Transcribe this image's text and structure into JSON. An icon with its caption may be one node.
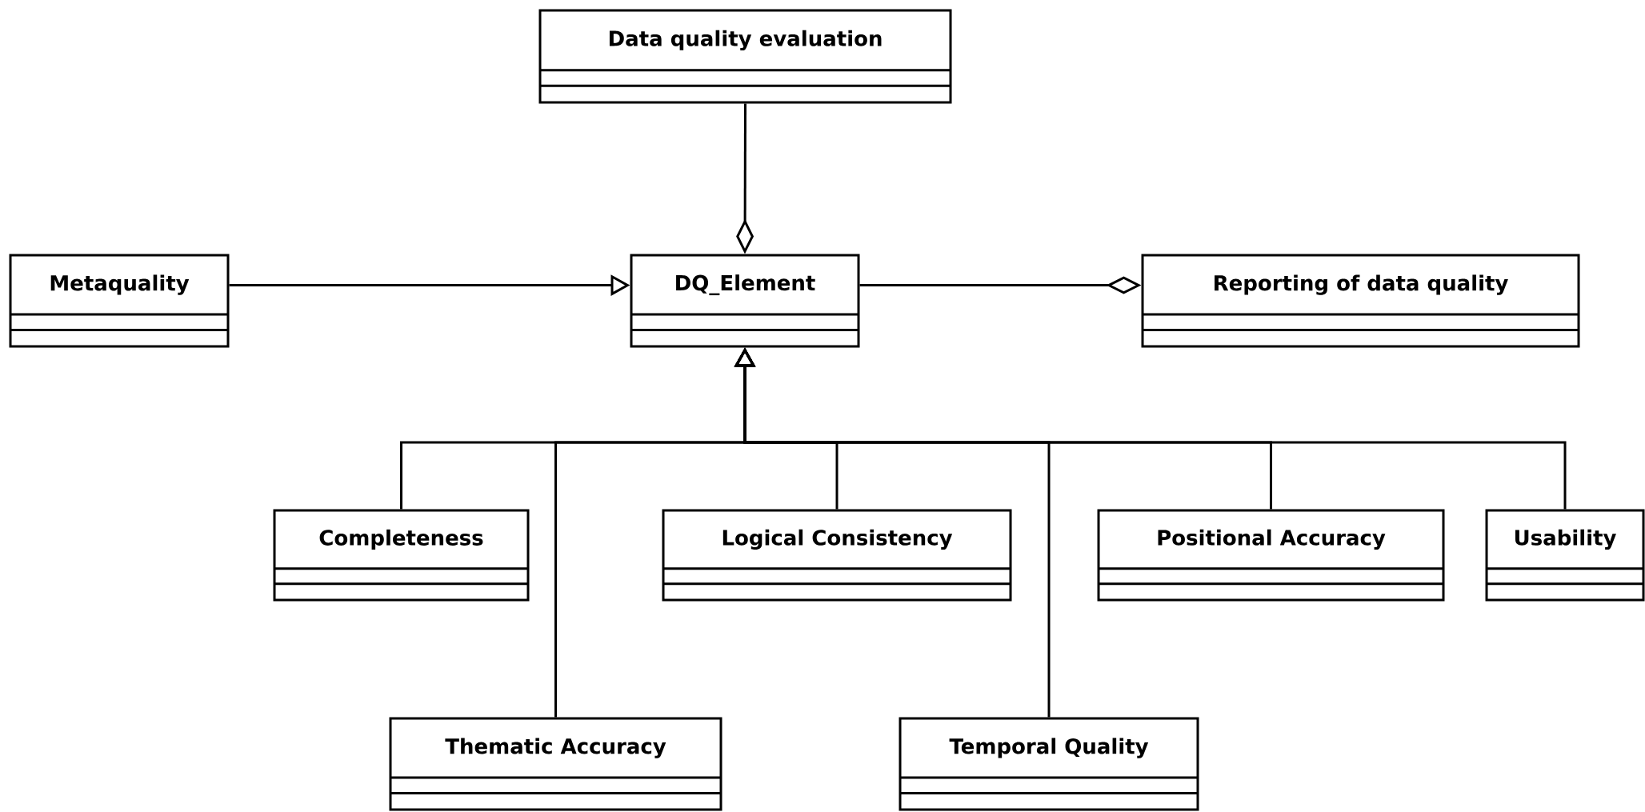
{
  "diagram": {
    "nodes": [
      {
        "text": [
          "Data quality evaluation"
        ]
      },
      {
        "text": [
          "Metaquality"
        ]
      },
      {
        "text": [
          "DQ_Element"
        ]
      },
      {
        "text": [
          "Reporting of data quality"
        ]
      },
      {
        "text": [
          "Completeness"
        ]
      },
      {
        "text": [
          "Logical Consistency"
        ]
      },
      {
        "text": [
          "Positional Accuracy"
        ]
      },
      {
        "text": [
          "Usability"
        ]
      },
      {
        "text": [
          "Thematic Accuracy"
        ]
      },
      {
        "text": [
          "Temporal Quality"
        ]
      }
    ],
    "edges": [
      {
        "from": 0,
        "to": 2,
        "arrow": "other"
      },
      {
        "from": 1,
        "to": 2,
        "arrow": "to"
      },
      {
        "from": 2,
        "to": 3,
        "arrow": "other"
      },
      {
        "from": 4,
        "to": 2,
        "arrow": "to"
      },
      {
        "from": 8,
        "to": 2,
        "arrow": "to"
      },
      {
        "from": 5,
        "to": 2,
        "arrow": "to"
      },
      {
        "from": 9,
        "to": 2,
        "arrow": "to"
      },
      {
        "from": 6,
        "to": 2,
        "arrow": "to"
      },
      {
        "from": 7,
        "to": 2,
        "arrow": "to"
      }
    ]
  }
}
